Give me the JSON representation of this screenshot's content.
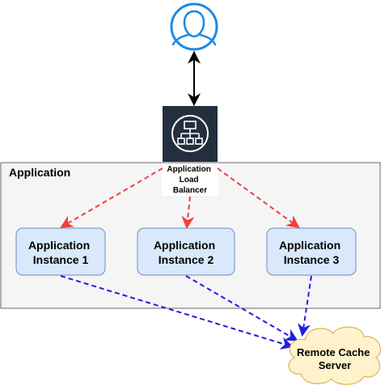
{
  "group": {
    "title": "Application"
  },
  "load_balancer": {
    "label_lines": [
      "Application",
      "Load",
      "Balancer"
    ]
  },
  "instances": [
    {
      "label_lines": [
        "Application",
        "Instance 1"
      ]
    },
    {
      "label_lines": [
        "Application",
        "Instance 2"
      ]
    },
    {
      "label_lines": [
        "Application",
        "Instance 3"
      ]
    }
  ],
  "cache": {
    "label_lines": [
      "Remote Cache",
      "Server"
    ]
  },
  "icons": {
    "user": "user-icon",
    "load_balancer": "load-balancer-icon"
  },
  "colors": {
    "user_blue": "#1a8ae6",
    "lb_dark": "#232f3e",
    "red_dashed": "#f04040",
    "blue_dashed": "#1f1fe0",
    "instance_fill": "#dae8fc",
    "instance_stroke": "#6c8ebf",
    "group_fill": "#f5f5f5",
    "group_stroke": "#666666",
    "cache_fill": "#fff2cc",
    "cache_stroke": "#d6b656"
  }
}
